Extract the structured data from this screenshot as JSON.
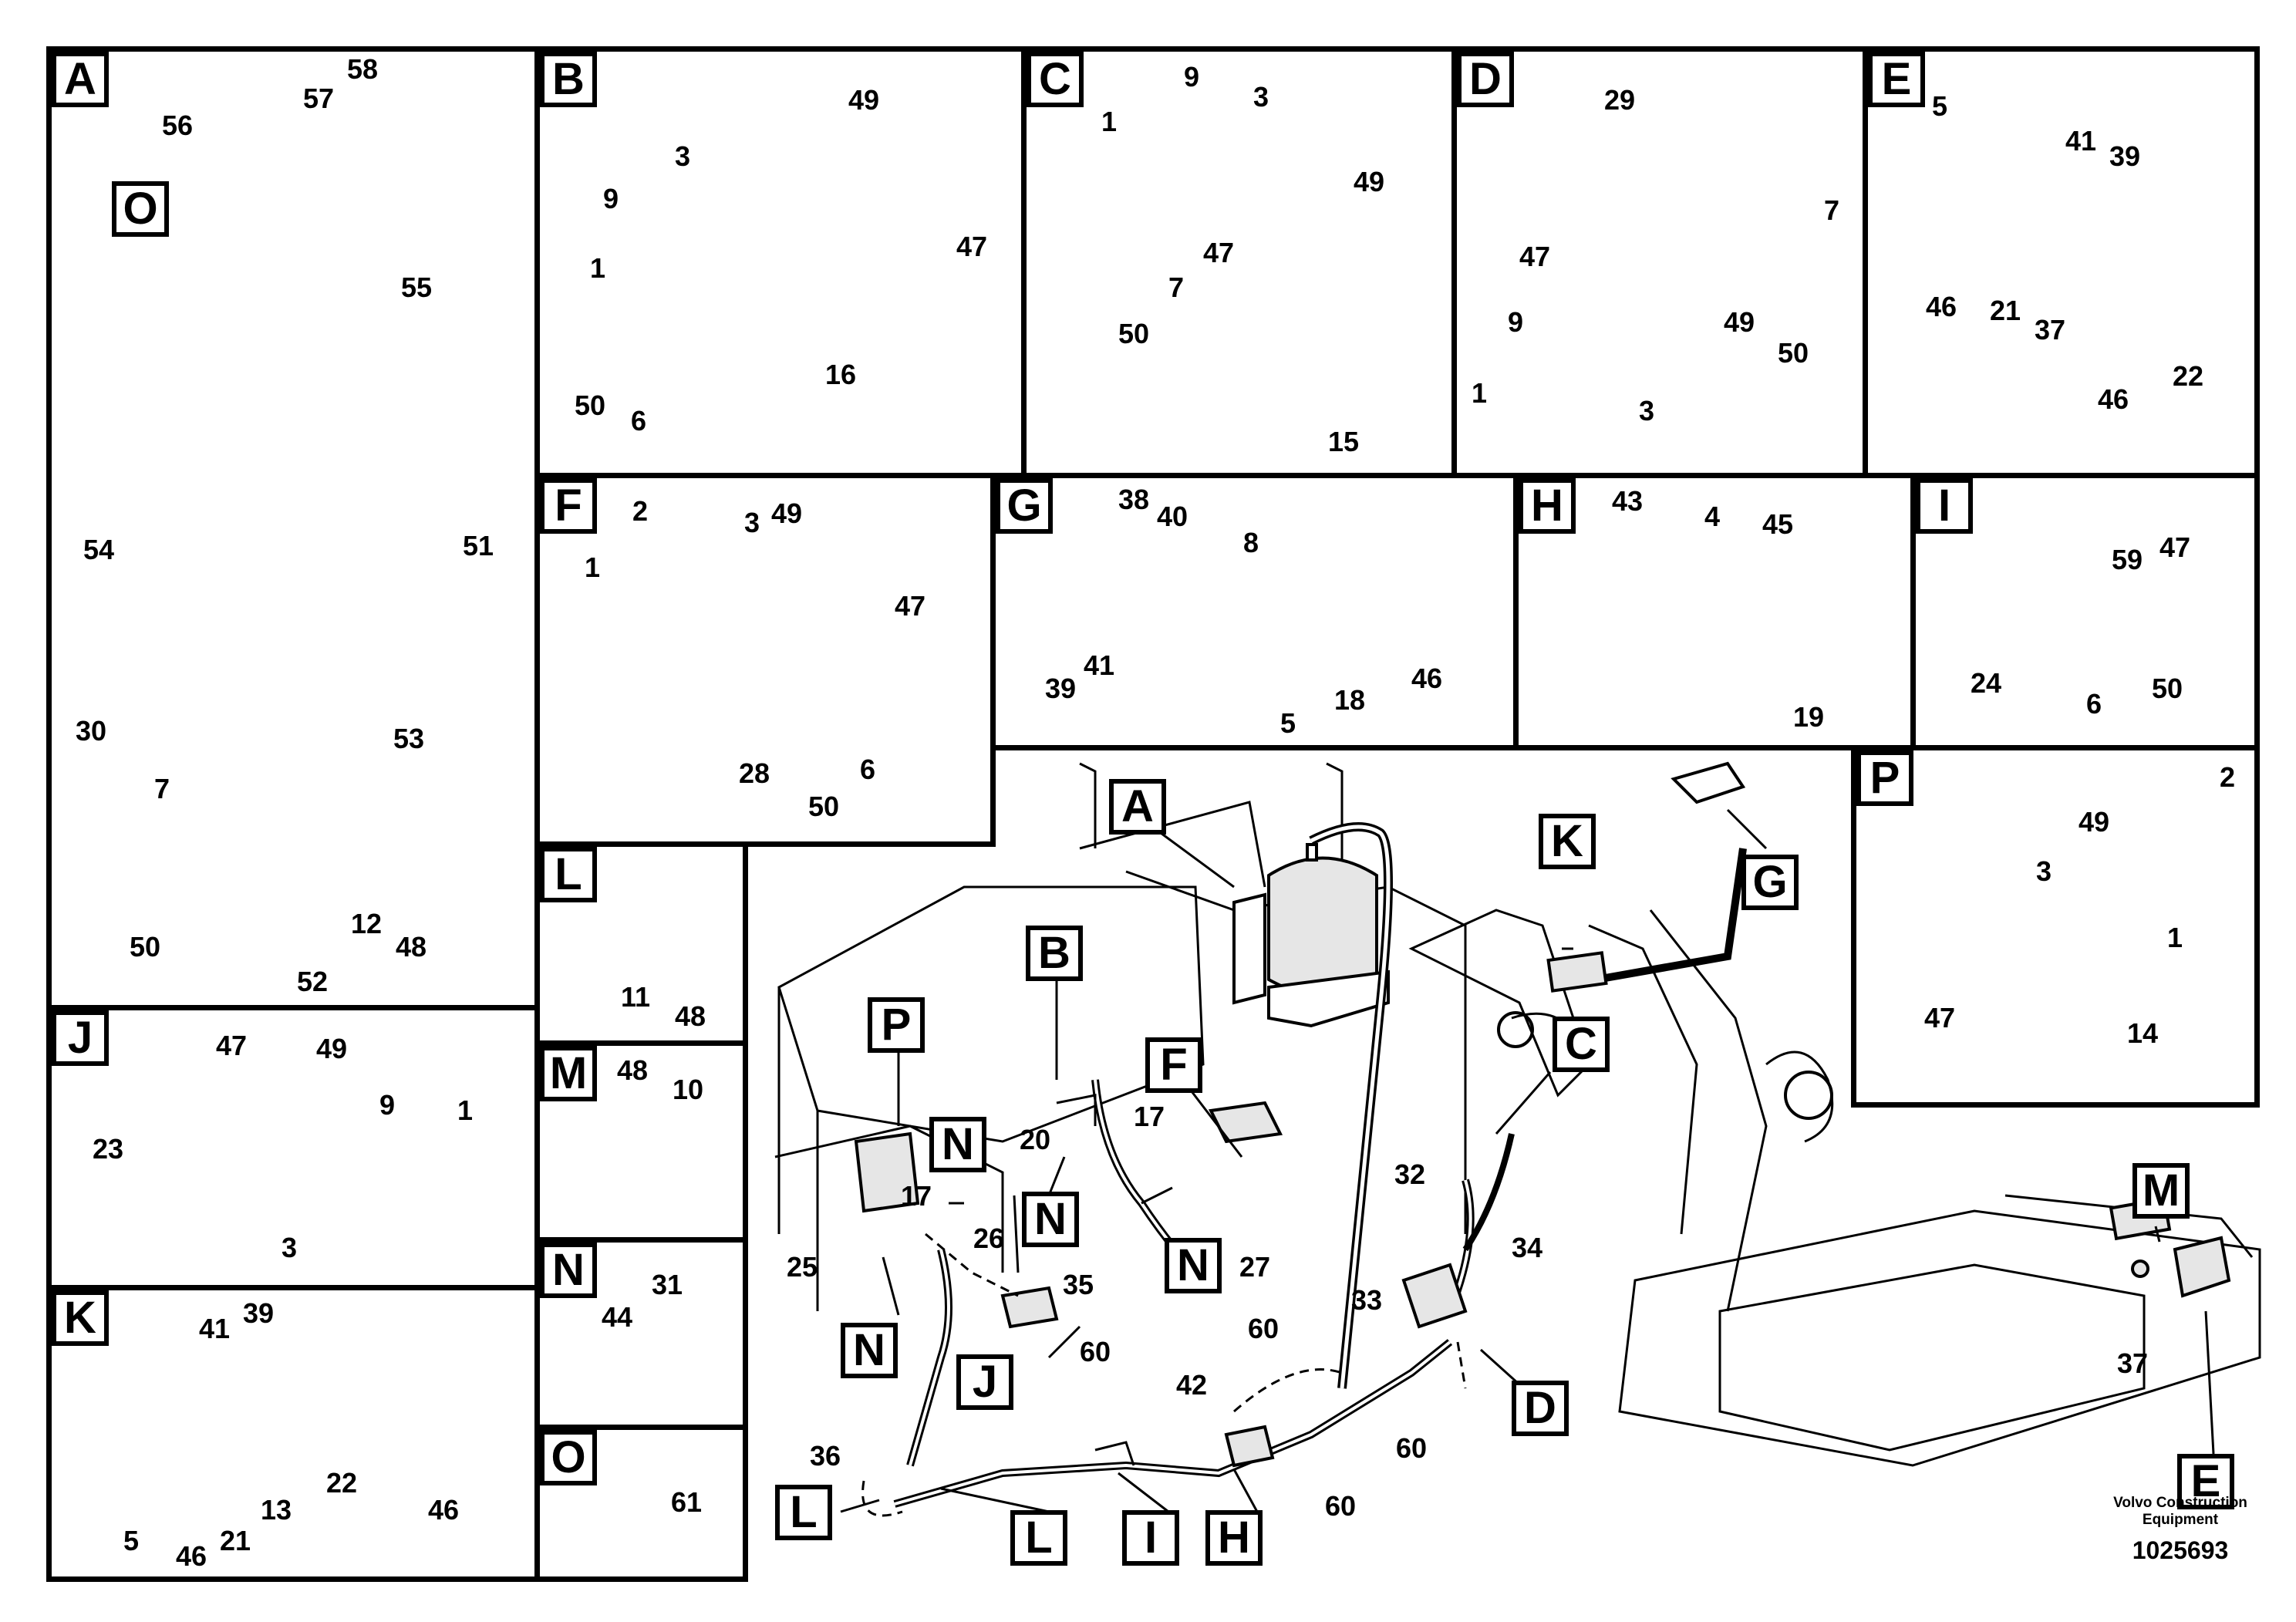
{
  "diagram": {
    "panels": {
      "A": {
        "tag": "A",
        "callouts": [
          "56",
          "57",
          "58",
          "O",
          "55",
          "54",
          "51",
          "30",
          "53",
          "7",
          "12",
          "48",
          "50",
          "52"
        ]
      },
      "B": {
        "tag": "B",
        "callouts": [
          "49",
          "3",
          "9",
          "47",
          "1",
          "50",
          "6",
          "16"
        ]
      },
      "C": {
        "tag": "C",
        "callouts": [
          "9",
          "3",
          "1",
          "49",
          "47",
          "7",
          "50",
          "15"
        ]
      },
      "D": {
        "tag": "D",
        "callouts": [
          "29",
          "7",
          "47",
          "49",
          "9",
          "50",
          "1",
          "3"
        ]
      },
      "E": {
        "tag": "E",
        "callouts": [
          "5",
          "41",
          "39",
          "46",
          "21",
          "37",
          "22",
          "46"
        ]
      },
      "F": {
        "tag": "F",
        "callouts": [
          "2",
          "3",
          "49",
          "1",
          "47",
          "28",
          "50",
          "6"
        ]
      },
      "G": {
        "tag": "G",
        "callouts": [
          "38",
          "40",
          "8",
          "41",
          "39",
          "5",
          "18",
          "46"
        ]
      },
      "H": {
        "tag": "H",
        "callouts": [
          "43",
          "4",
          "45",
          "19"
        ]
      },
      "I": {
        "tag": "I",
        "callouts": [
          "59",
          "47",
          "24",
          "6",
          "50"
        ]
      },
      "J": {
        "tag": "J",
        "callouts": [
          "47",
          "49",
          "23",
          "9",
          "1",
          "3"
        ]
      },
      "K": {
        "tag": "K",
        "callouts": [
          "41",
          "39",
          "22",
          "5",
          "46",
          "21",
          "13",
          "46"
        ]
      },
      "L": {
        "tag": "L",
        "callouts": [
          "11",
          "48"
        ]
      },
      "M": {
        "tag": "M",
        "callouts": [
          "48",
          "10"
        ]
      },
      "N": {
        "tag": "N",
        "callouts": [
          "44",
          "31"
        ]
      },
      "O": {
        "tag": "O",
        "callouts": [
          "61"
        ]
      },
      "P": {
        "tag": "P",
        "callouts": [
          "49",
          "2",
          "3",
          "1",
          "47",
          "14"
        ]
      }
    },
    "main_view": {
      "locator_tags": [
        "A",
        "B",
        "K",
        "G",
        "P",
        "F",
        "C",
        "N",
        "N",
        "N",
        "N",
        "J",
        "L",
        "L",
        "I",
        "H",
        "D",
        "M",
        "E"
      ],
      "callouts": [
        "20",
        "17",
        "17",
        "26",
        "25",
        "35",
        "27",
        "32",
        "34",
        "33",
        "60",
        "60",
        "60",
        "60",
        "42",
        "36",
        "37"
      ]
    },
    "footer": {
      "brand_line1": "Volvo Construction",
      "brand_line2": "Equipment",
      "drawing_number": "1025693"
    }
  }
}
